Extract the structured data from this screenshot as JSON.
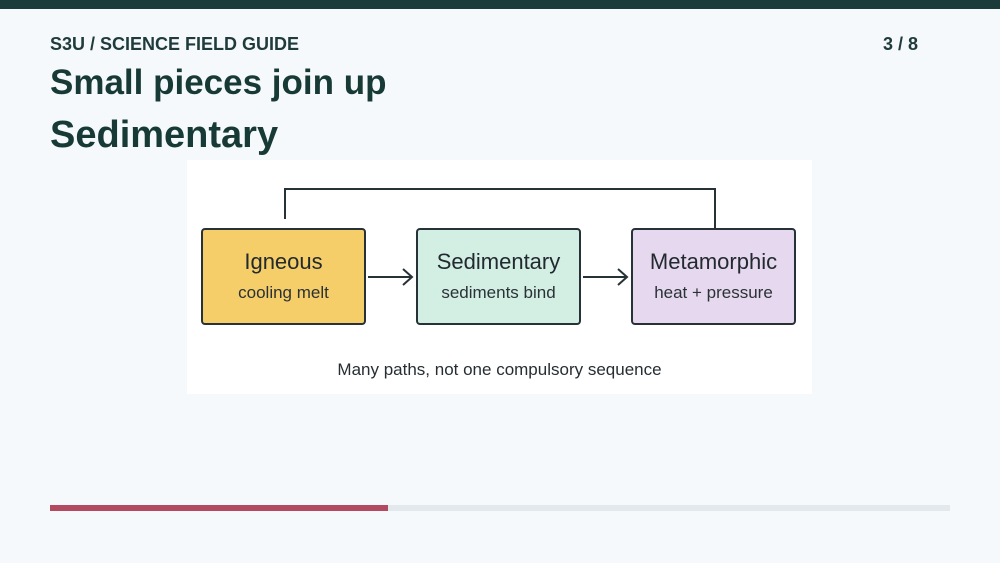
{
  "header": {
    "eyebrow": "S3U / SCIENCE FIELD GUIDE",
    "page_counter": "3 / 8",
    "title": "Small pieces join up",
    "subtitle": "Sedimentary"
  },
  "diagram": {
    "nodes": [
      {
        "label": "Igneous",
        "desc": "cooling melt",
        "color": "#f5cd69"
      },
      {
        "label": "Sedimentary",
        "desc": "sediments bind",
        "color": "#d3eee3"
      },
      {
        "label": "Metamorphic",
        "desc": "heat + pressure",
        "color": "#e6d8ef"
      }
    ],
    "caption": "Many paths, not one compulsory sequence"
  },
  "progress": {
    "current": 3,
    "total": 8,
    "fraction": 0.375,
    "color": "#b24a62"
  }
}
